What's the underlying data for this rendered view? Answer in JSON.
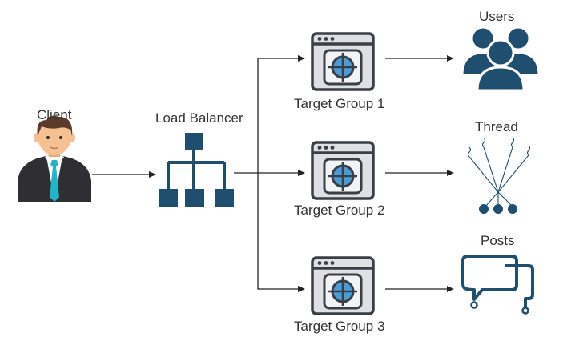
{
  "labels": {
    "client": "Client",
    "load_balancer": "Load Balancer",
    "target_group_1": "Target Group 1",
    "target_group_2": "Target Group 2",
    "target_group_3": "Target Group 3",
    "users": "Users",
    "thread": "Thread",
    "posts": "Posts"
  },
  "colors": {
    "navy": "#1f4e6e",
    "text": "#333333",
    "line": "#222222",
    "window_gray": "#dfe0e3",
    "target_blue": "#4a9bd6",
    "skin": "#f5c193",
    "hair": "#5a3a2a",
    "suit": "#2e2e33",
    "tie": "#21b5c9"
  }
}
